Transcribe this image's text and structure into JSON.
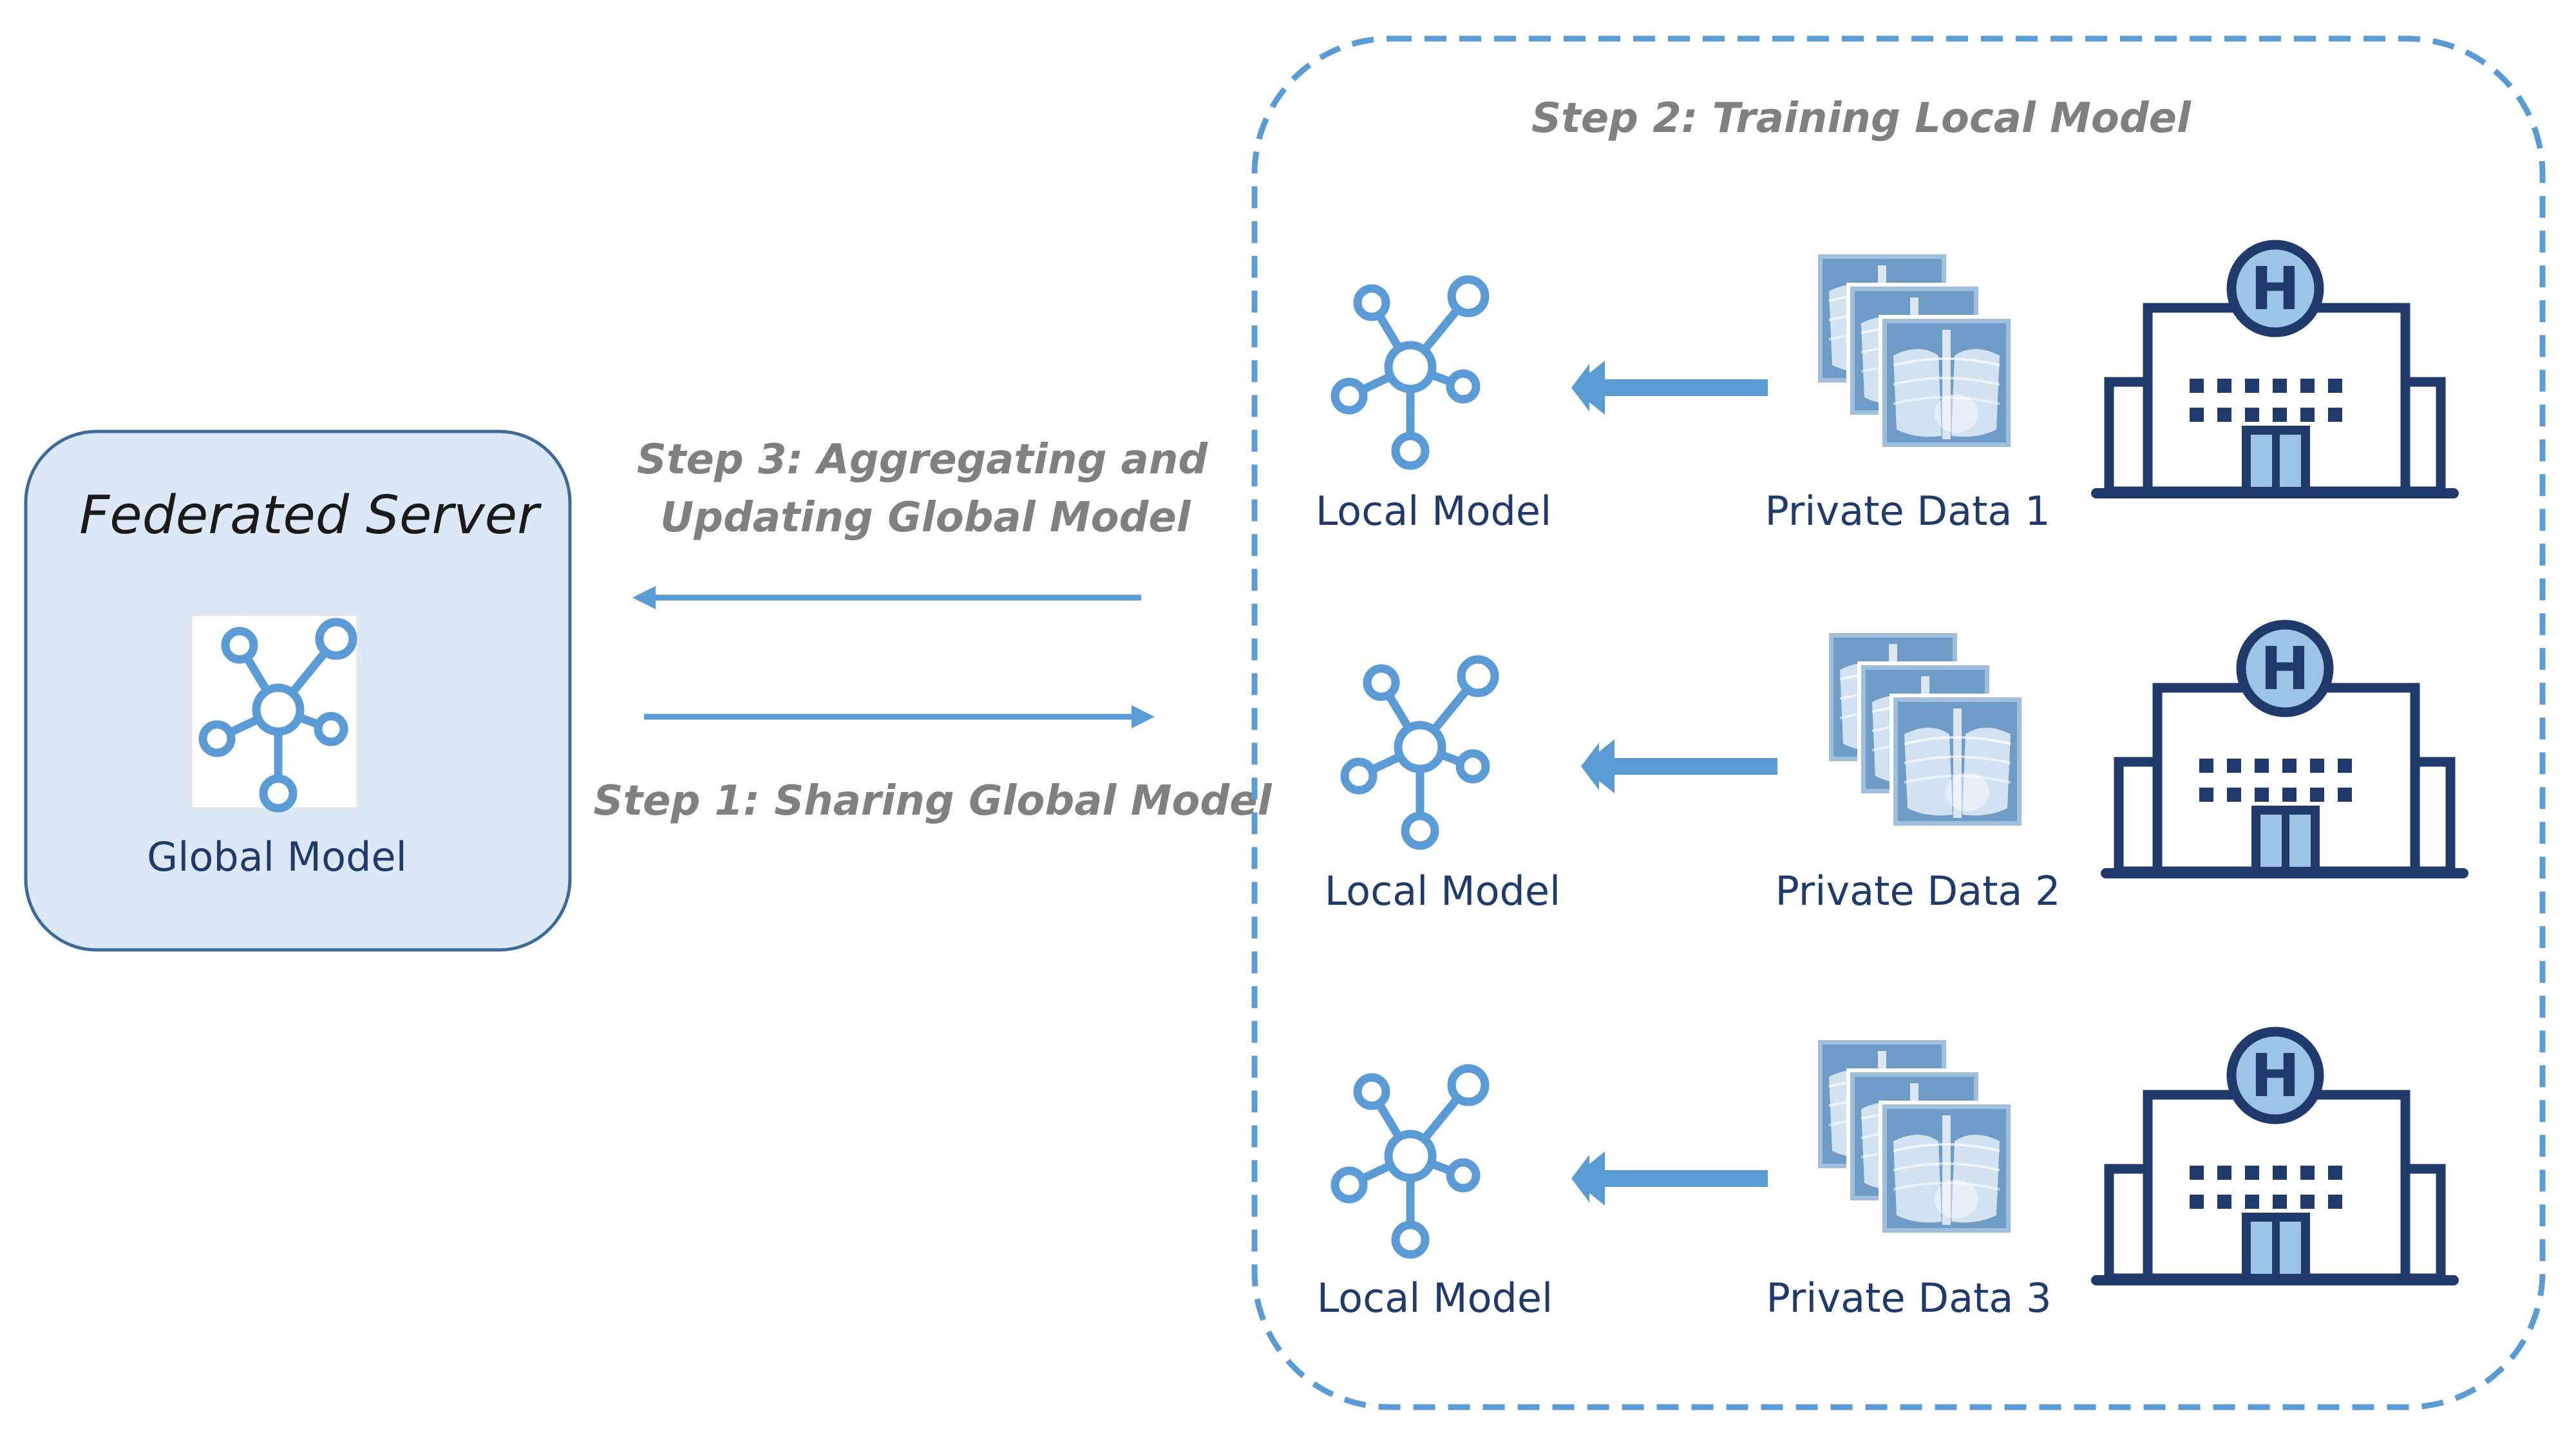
{
  "server": {
    "title": "Federated Server",
    "model_label": "Global Model"
  },
  "steps": {
    "step3_line1": "Step 3: Aggregating and",
    "step3_line2": "Updating Global Model",
    "step1": "Step 1: Sharing Global Model",
    "step2": "Step 2: Training Local Model"
  },
  "clients": [
    {
      "model_label": "Local Model",
      "data_label": "Private Data 1"
    },
    {
      "model_label": "Local Model",
      "data_label": "Private Data 2"
    },
    {
      "model_label": "Local Model",
      "data_label": "Private Data 3"
    }
  ],
  "icons": {
    "network": "network-model-icon",
    "xray": "chest-xray-stack-icon",
    "hospital": "hospital-building-icon",
    "hospital_badge": "H"
  },
  "colors": {
    "server_fill": "#dce8f5",
    "server_border": "#3d6a99",
    "accent_blue": "#5b9bd5",
    "icon_light": "#d6e6f4",
    "navy": "#1f3a6b",
    "step_text": "#808080"
  }
}
